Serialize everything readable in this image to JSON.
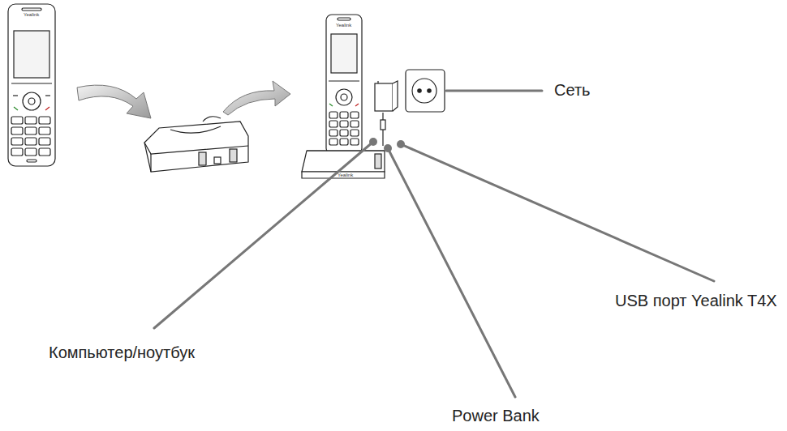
{
  "diagram": {
    "labels": [
      "Сеть",
      "USB порт Yealink T4X",
      "Компьютер/ноутбук",
      "Power Bank",
      "Yealink",
      "Yealink",
      "Yealink"
    ]
  }
}
